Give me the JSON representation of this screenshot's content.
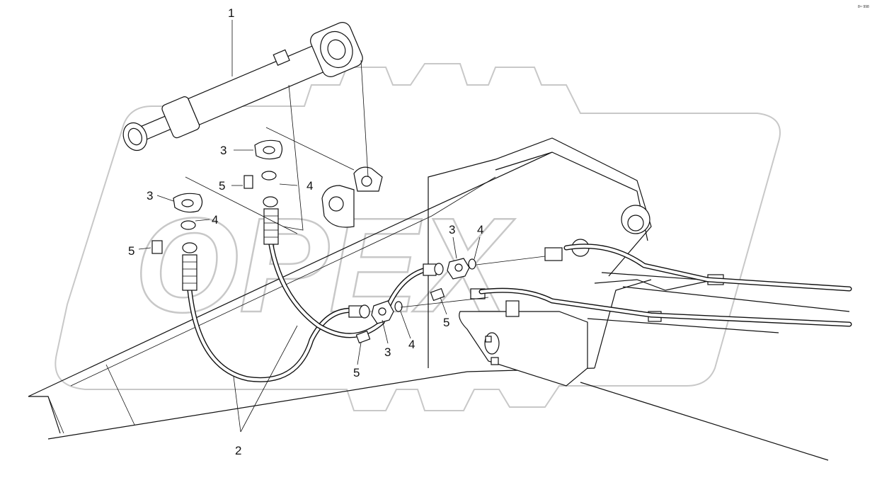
{
  "corner_code": "8¹¹ 998",
  "watermark": "OPEX",
  "callouts": {
    "c1": "1",
    "c2": "2",
    "c3a": "3",
    "c3b": "3",
    "c3c": "3",
    "c3d": "3",
    "c4a": "4",
    "c4b": "4",
    "c4c": "4",
    "c4d": "4",
    "c5a": "5",
    "c5b": "5",
    "c5c": "5",
    "c5d": "5"
  }
}
